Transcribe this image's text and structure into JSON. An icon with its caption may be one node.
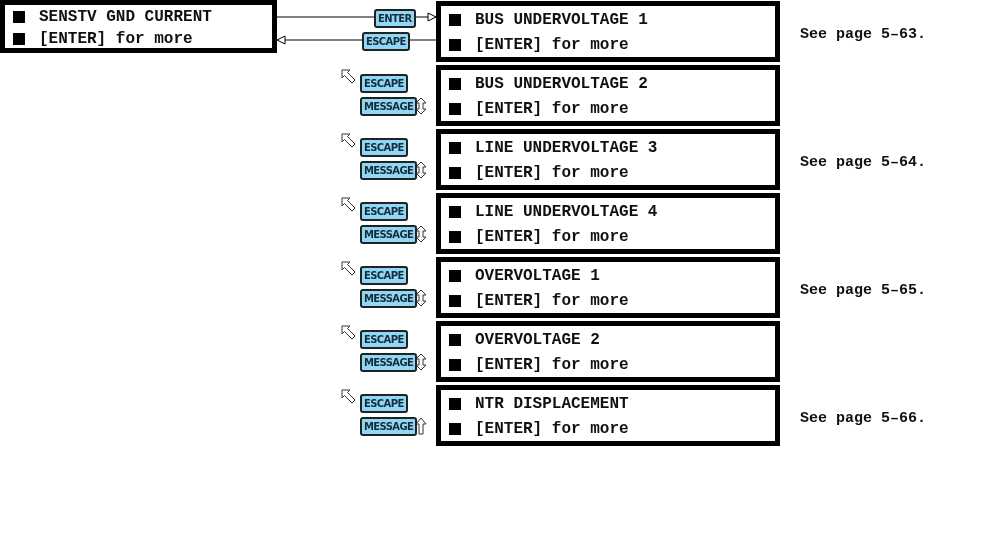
{
  "diagram": {
    "nodes": [
      {
        "text": [
          "SENSTV GND CURRENT",
          "[ENTER] for more"
        ]
      },
      {
        "text": [
          "BUS UNDERVOLTAGE 1",
          "[ENTER] for more"
        ]
      },
      {
        "text": [
          "BUS UNDERVOLTAGE 2",
          "[ENTER] for more"
        ]
      },
      {
        "text": [
          "LINE UNDERVOLTAGE 3",
          "[ENTER] for more"
        ]
      },
      {
        "text": [
          "LINE UNDERVOLTAGE 4",
          "[ENTER] for more"
        ]
      },
      {
        "text": [
          "OVERVOLTAGE 1",
          "[ENTER] for more"
        ]
      },
      {
        "text": [
          "OVERVOLTAGE 2",
          "[ENTER] for more"
        ]
      },
      {
        "text": [
          "NTR DISPLACEMENT",
          "[ENTER] for more"
        ]
      }
    ],
    "edges": [
      {
        "from": 0,
        "to": 1,
        "arrow": "to",
        "label": "ENTER"
      },
      {
        "from": 1,
        "to": 0,
        "arrow": "to",
        "label": "ESCAPE"
      }
    ],
    "labels": [
      "See page 5–63.",
      "ESCAPE",
      "MESSAGE",
      "ESCAPE",
      "MESSAGE",
      "See page 5–64.",
      "ESCAPE",
      "MESSAGE",
      "ESCAPE",
      "MESSAGE",
      "See page 5–65.",
      "ESCAPE",
      "MESSAGE",
      "ESCAPE",
      "MESSAGE",
      "See page 5–66."
    ]
  }
}
